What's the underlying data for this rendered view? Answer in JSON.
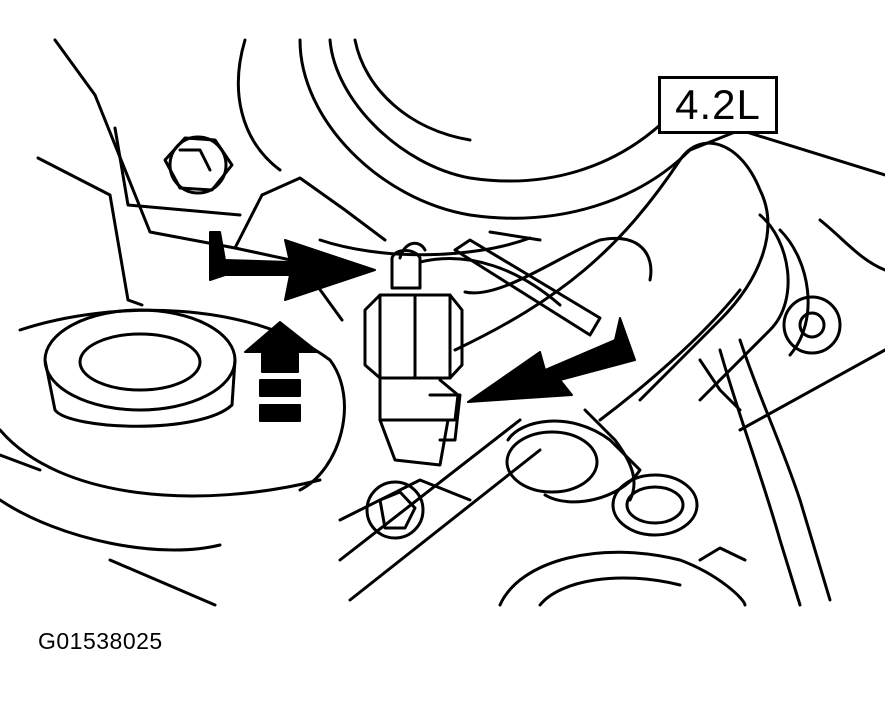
{
  "figure": {
    "engine_label": "4.2L",
    "figure_id": "G01538025"
  },
  "illustration": {
    "subject": "engine-sensor-location",
    "line_color": "#000000",
    "background": "#ffffff",
    "arrows": [
      "arrow-left-pointing-right",
      "arrow-right-pointing-left",
      "arrow-upward"
    ]
  }
}
